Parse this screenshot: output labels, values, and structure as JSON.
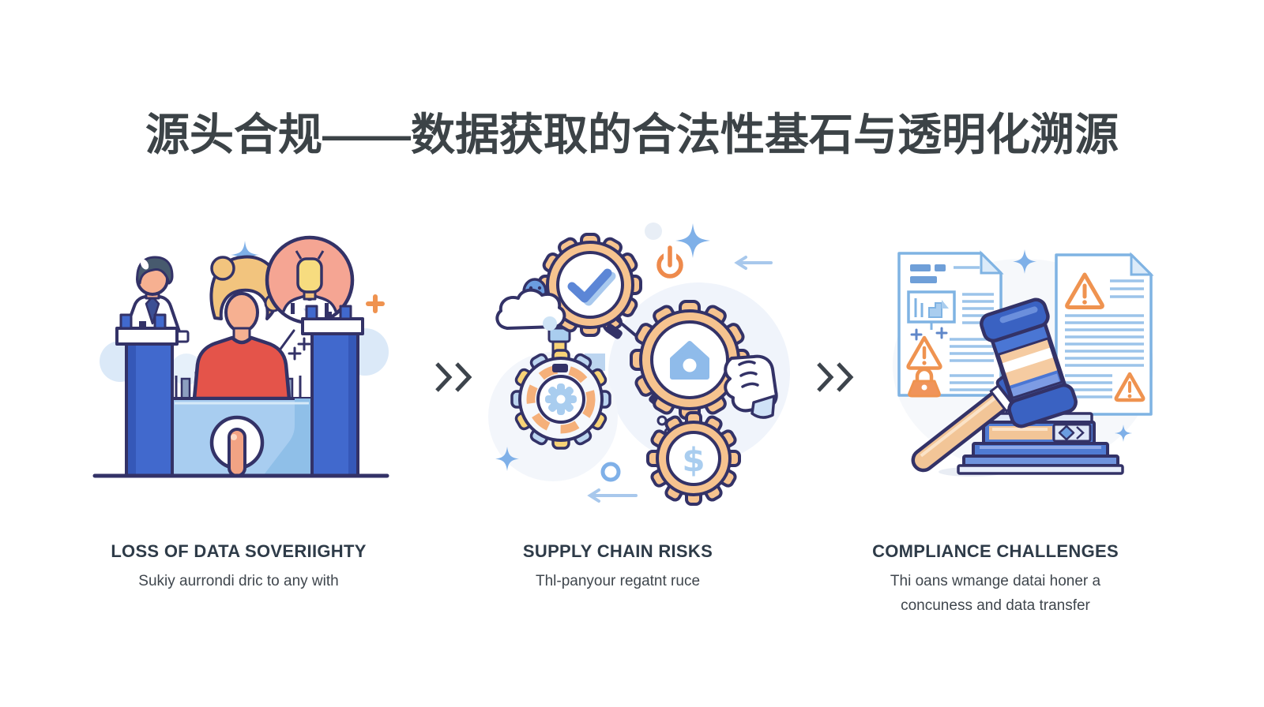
{
  "page": {
    "type": "presentation-slide",
    "background": "#ffffff"
  },
  "title": {
    "text": "源头合规——数据获取的合法性基石与透明化溯源"
  },
  "flow": {
    "separator_icon": "double-chevron-right",
    "separator_glyph": "››"
  },
  "sections": [
    {
      "id": "loss-of-data-sovereignty",
      "heading": "LOSS OF DATA SOVERIIGHTY",
      "subtitle": "Sukiy aurrondi dric to any with",
      "illustration": "castle-gate-with-three-people-and-avatar-badge"
    },
    {
      "id": "supply-chain-risks",
      "heading": "SUPPLY CHAIN RISKS",
      "subtitle": "Thl-panyour regatnt ruce",
      "illustration": "interlocking-gears-check-house-cog-dollar",
      "dollar_glyph": "$"
    },
    {
      "id": "compliance-challenges",
      "heading": "COMPLIANCE CHALLENGES",
      "subtitle": "Thi oans wmange datai honer a concuness and data transfer",
      "illustration": "gavel-with-legal-documents"
    }
  ],
  "icons": {
    "double_chevron": "››",
    "check": "✓",
    "house": "⌂",
    "gear": "⚙",
    "dollar": "$",
    "power": "⏻",
    "sparkle": "✦",
    "warning_triangle": "⚠",
    "lock": "🔒",
    "gavel": "🔨",
    "document": "📄",
    "cloud": "☁",
    "hand": "✊",
    "keyhole": "🔑"
  },
  "colors": {
    "outline_navy": "#333267",
    "royal_blue": "#4169cd",
    "gavel_blue": "#4a76d4",
    "light_blue_wall": "#a8cdf0",
    "pale_blue": "#bcd5f0",
    "accent_blue": "#7fb0e8",
    "doc_line_blue": "#9cc4ea",
    "gear_orange": "#f6c38f",
    "warning_orange": "#ef9350",
    "salmon": "#f5a593",
    "skin": "#f6b091",
    "red_shirt": "#e4544a",
    "blonde": "#f2c47e",
    "yellow": "#f8d377",
    "text_dark": "#2e3b48"
  }
}
